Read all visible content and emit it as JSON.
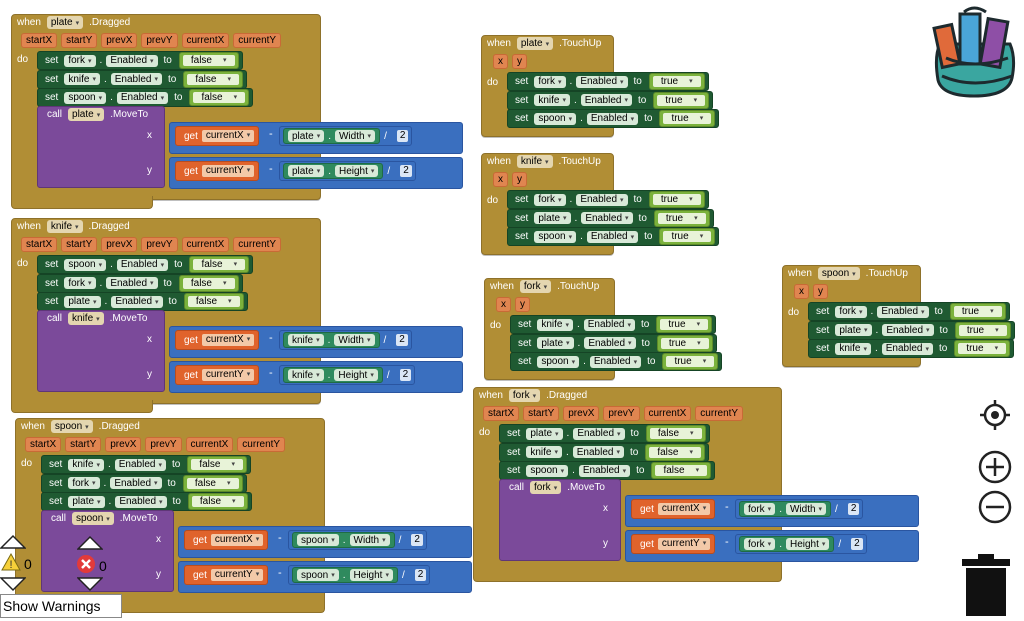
{
  "app": {
    "title": "App Inventor Blocks Editor"
  },
  "keywords": {
    "when": "when",
    "do": "do",
    "set": "set",
    "to": "to",
    "call": "call",
    "get": "get",
    "x": "x",
    "y": "y",
    "minus": "-",
    "divide": "/"
  },
  "dragged_params": [
    "startX",
    "startY",
    "prevX",
    "prevY",
    "currentX",
    "currentY"
  ],
  "touch_params": [
    "x",
    "y"
  ],
  "events": {
    "plate_dragged": {
      "component": "plate",
      "event": ".Dragged",
      "sets": [
        {
          "comp": "fork",
          "prop": "Enabled",
          "val": "false"
        },
        {
          "comp": "knife",
          "prop": "Enabled",
          "val": "false"
        },
        {
          "comp": "spoon",
          "prop": "Enabled",
          "val": "false"
        }
      ],
      "call": {
        "comp": "plate",
        "method": ".MoveTo",
        "x": "currentX",
        "y": "currentY",
        "wprop": "Width",
        "hprop": "Height",
        "divisor": "2"
      }
    },
    "knife_dragged": {
      "component": "knife",
      "event": ".Dragged",
      "sets": [
        {
          "comp": "spoon",
          "prop": "Enabled",
          "val": "false"
        },
        {
          "comp": "fork",
          "prop": "Enabled",
          "val": "false"
        },
        {
          "comp": "plate",
          "prop": "Enabled",
          "val": "false"
        }
      ],
      "call": {
        "comp": "knife",
        "method": ".MoveTo",
        "x": "currentX",
        "y": "currentY",
        "wprop": "Width",
        "hprop": "Height",
        "divisor": "2"
      }
    },
    "spoon_dragged": {
      "component": "spoon",
      "event": ".Dragged",
      "sets": [
        {
          "comp": "knife",
          "prop": "Enabled",
          "val": "false"
        },
        {
          "comp": "fork",
          "prop": "Enabled",
          "val": "false"
        },
        {
          "comp": "plate",
          "prop": "Enabled",
          "val": "false"
        }
      ],
      "call": {
        "comp": "spoon",
        "method": ".MoveTo",
        "x": "currentX",
        "y": "currentY",
        "wprop": "Width",
        "hprop": "Height",
        "divisor": "2"
      }
    },
    "fork_dragged": {
      "component": "fork",
      "event": ".Dragged",
      "sets": [
        {
          "comp": "plate",
          "prop": "Enabled",
          "val": "false"
        },
        {
          "comp": "knife",
          "prop": "Enabled",
          "val": "false"
        },
        {
          "comp": "spoon",
          "prop": "Enabled",
          "val": "false"
        }
      ],
      "call": {
        "comp": "fork",
        "method": ".MoveTo",
        "x": "currentX",
        "y": "currentY",
        "wprop": "Width",
        "hprop": "Height",
        "divisor": "2"
      }
    },
    "plate_touchup": {
      "component": "plate",
      "event": ".TouchUp",
      "sets": [
        {
          "comp": "fork",
          "prop": "Enabled",
          "val": "true"
        },
        {
          "comp": "knife",
          "prop": "Enabled",
          "val": "true"
        },
        {
          "comp": "spoon",
          "prop": "Enabled",
          "val": "true"
        }
      ]
    },
    "knife_touchup": {
      "component": "knife",
      "event": ".TouchUp",
      "sets": [
        {
          "comp": "fork",
          "prop": "Enabled",
          "val": "true"
        },
        {
          "comp": "plate",
          "prop": "Enabled",
          "val": "true"
        },
        {
          "comp": "spoon",
          "prop": "Enabled",
          "val": "true"
        }
      ]
    },
    "fork_touchup": {
      "component": "fork",
      "event": ".TouchUp",
      "sets": [
        {
          "comp": "knife",
          "prop": "Enabled",
          "val": "true"
        },
        {
          "comp": "plate",
          "prop": "Enabled",
          "val": "true"
        },
        {
          "comp": "spoon",
          "prop": "Enabled",
          "val": "true"
        }
      ]
    },
    "spoon_touchup": {
      "component": "spoon",
      "event": ".TouchUp",
      "sets": [
        {
          "comp": "fork",
          "prop": "Enabled",
          "val": "true"
        },
        {
          "comp": "plate",
          "prop": "Enabled",
          "val": "true"
        },
        {
          "comp": "knife",
          "prop": "Enabled",
          "val": "true"
        }
      ]
    }
  },
  "warnings": {
    "warning_count": "0",
    "error_count": "0",
    "toggle_label": "Show Warnings"
  },
  "icons": {
    "backpack": "backpack-icon",
    "recenter": "target-icon",
    "zoom_in": "zoom-in-icon",
    "zoom_out": "zoom-out-icon",
    "trash": "trash-icon"
  },
  "colors": {
    "event": "#b18e35",
    "setter": "#1f5a32",
    "call": "#7b4a9a",
    "math": "#3a6fbf",
    "getter": "#e0632c",
    "boolean": "#7bb23c"
  }
}
